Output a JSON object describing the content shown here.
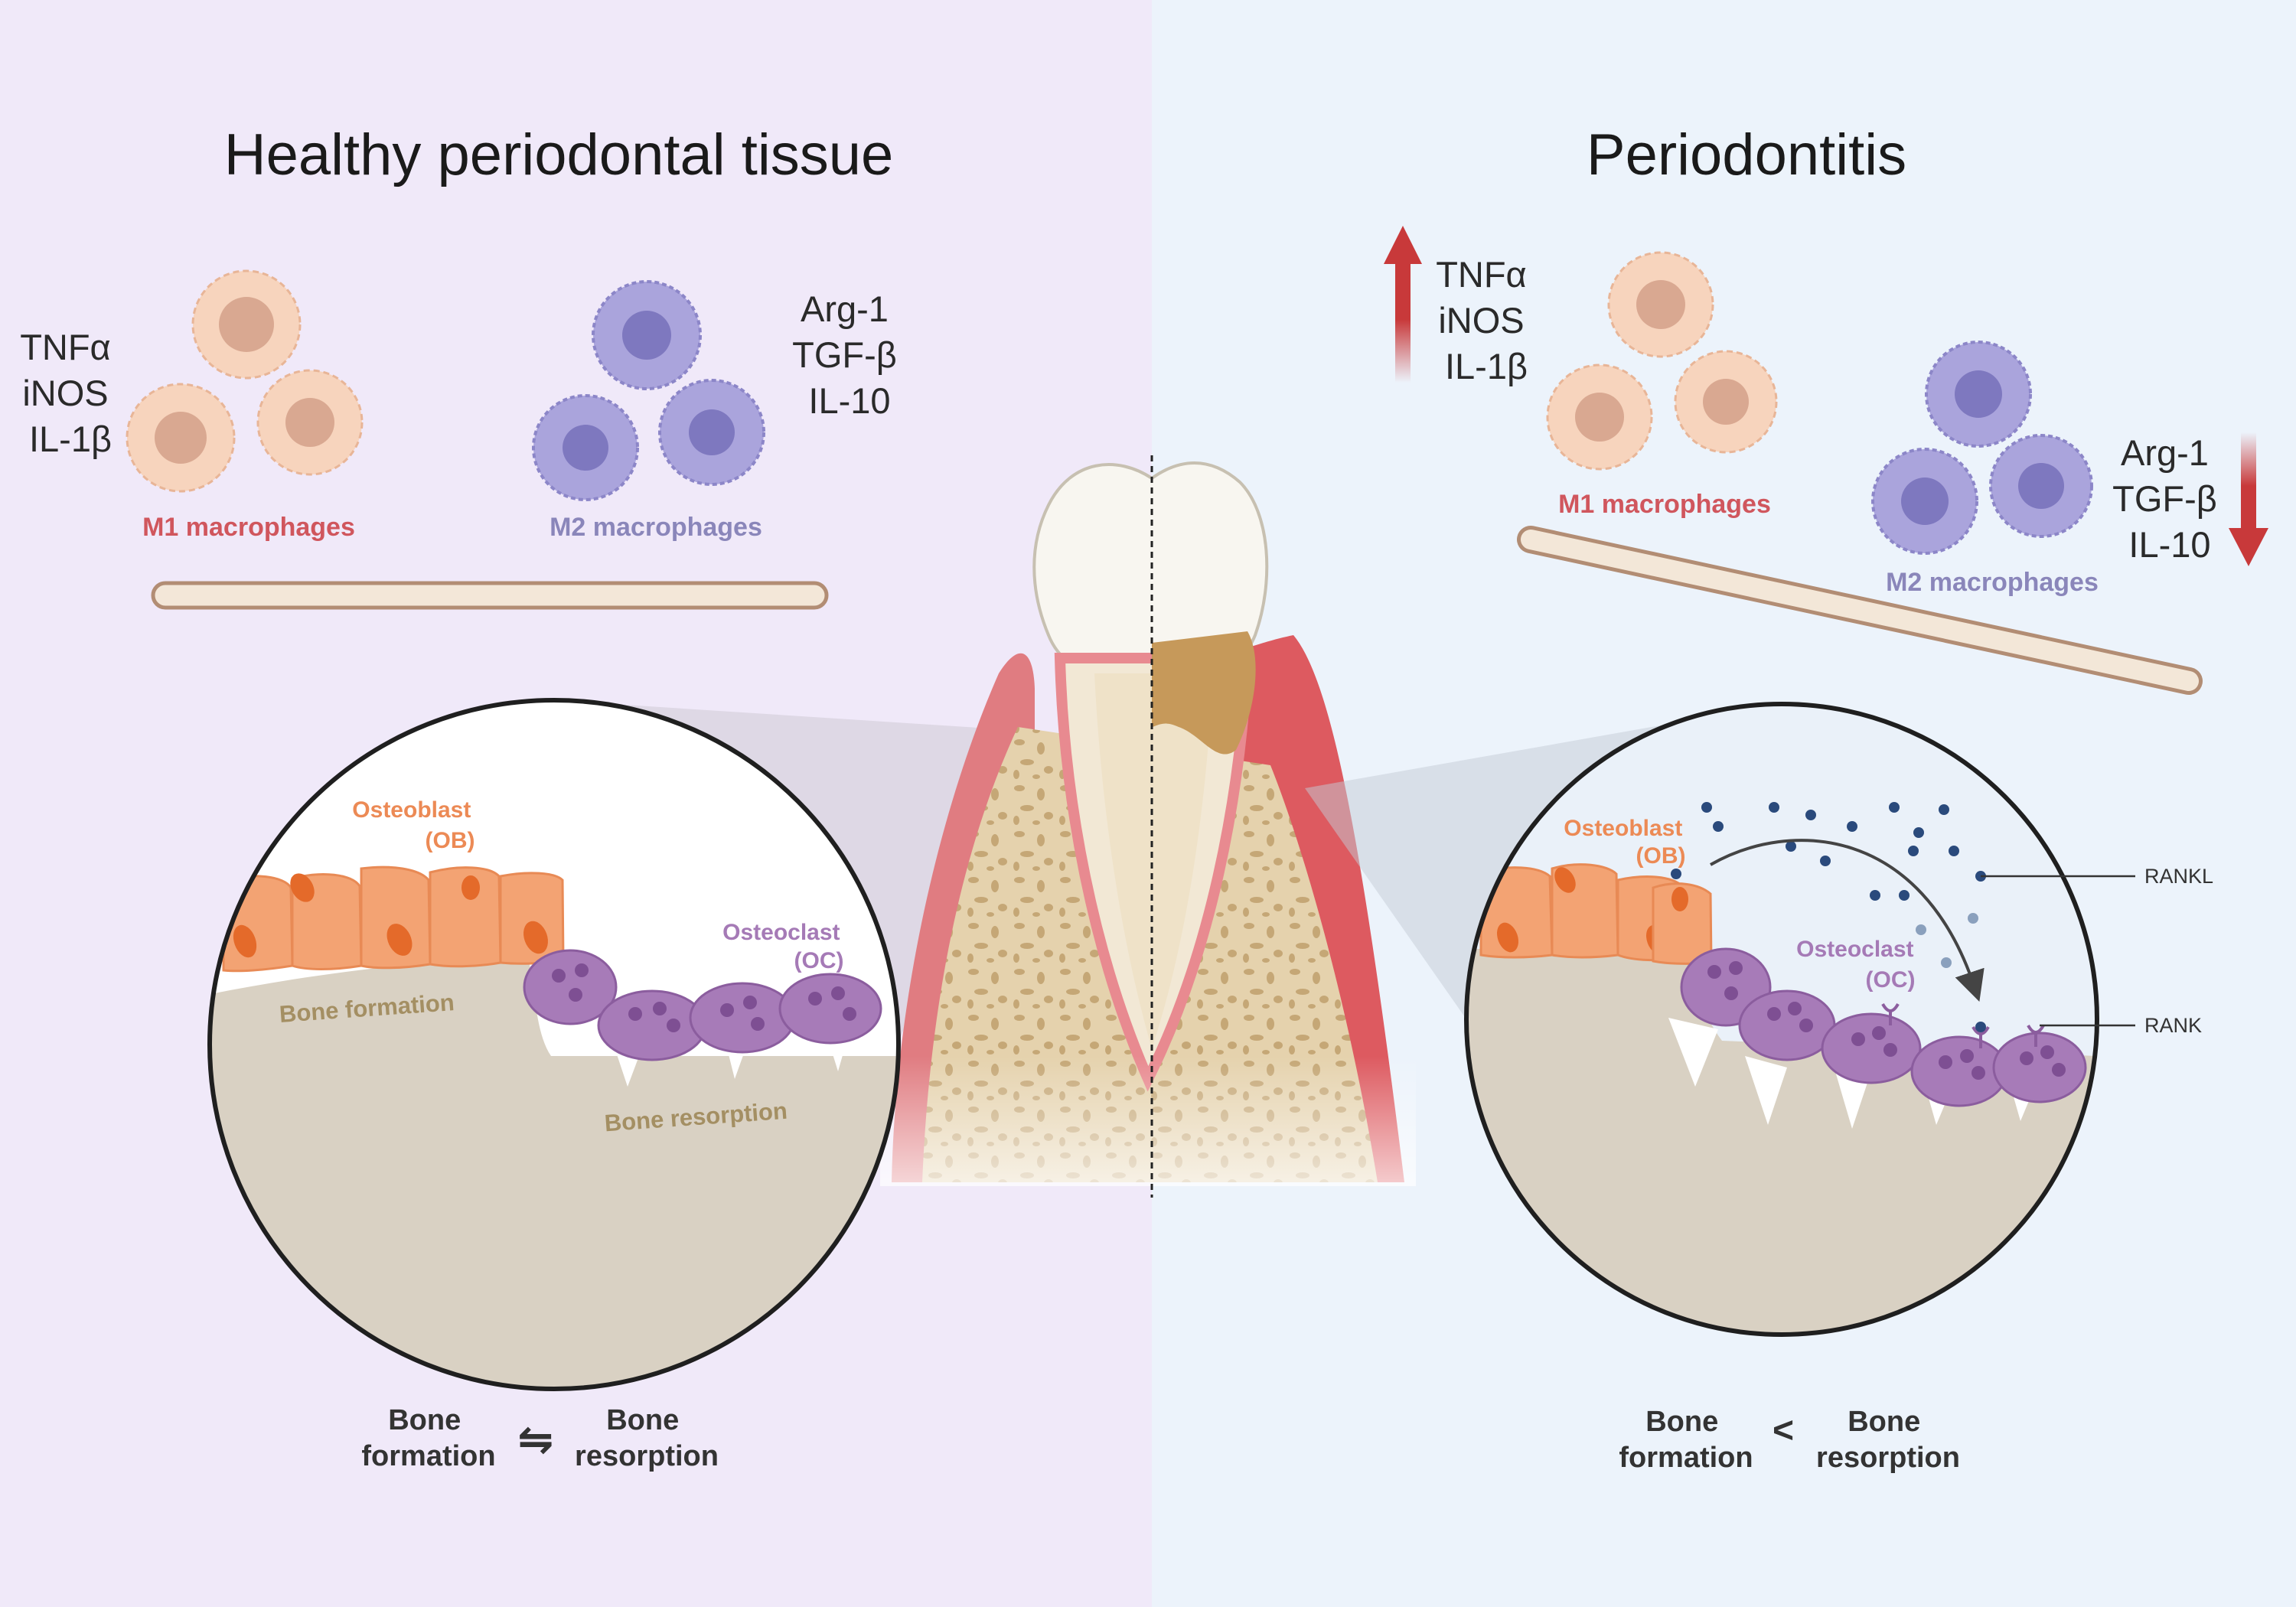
{
  "healthy": {
    "title": "Healthy periodontal tissue",
    "m1_cytokines": [
      "TNFα",
      "iNOS",
      "IL-1β"
    ],
    "m2_cytokines": [
      "Arg-1",
      "TGF-β",
      "IL-10"
    ],
    "m1_label": "M1 macrophages",
    "m2_label": "M2 macrophages",
    "osteoblast_label": [
      "Osteoblast",
      "(OB)"
    ],
    "osteoclast_label": [
      "Osteoclast",
      "(OC)"
    ],
    "bone_formation_label": "Bone formation",
    "bone_resorption_label": "Bone resorption",
    "balance": {
      "left": [
        "Bone",
        "formation"
      ],
      "symbol": "⇋",
      "right": [
        "Bone",
        "resorption"
      ]
    }
  },
  "periodontitis": {
    "title": "Periodontitis",
    "m1_cytokines": [
      "TNFα",
      "iNOS",
      "IL-1β"
    ],
    "m2_cytokines": [
      "Arg-1",
      "TGF-β",
      "IL-10"
    ],
    "m1_label": "M1 macrophages",
    "m2_label": "M2 macrophages",
    "osteoblast_label": [
      "Osteoblast",
      "(OB)"
    ],
    "osteoclast_label": [
      "Osteoclast",
      "(OC)"
    ],
    "rankl_label": "RANKL",
    "rank_label": "RANK",
    "balance": {
      "left": [
        "Bone",
        "formation"
      ],
      "symbol": "<",
      "right": [
        "Bone",
        "resorption"
      ]
    }
  },
  "colors": {
    "healthy_bg": "#f0e9f9",
    "disease_bg": "#ecf3fb",
    "m1_cell": "#f7d4bd",
    "m2_cell": "#aaa4dc",
    "up_arrow": "#c8393a",
    "down_arrow": "#c8393a",
    "bone": "#d9d1c3",
    "osteoblast": "#f3a373",
    "osteoclast": "#a77bb8",
    "gum": "#e07c81",
    "rankl_dot": "#2a4a7c"
  }
}
